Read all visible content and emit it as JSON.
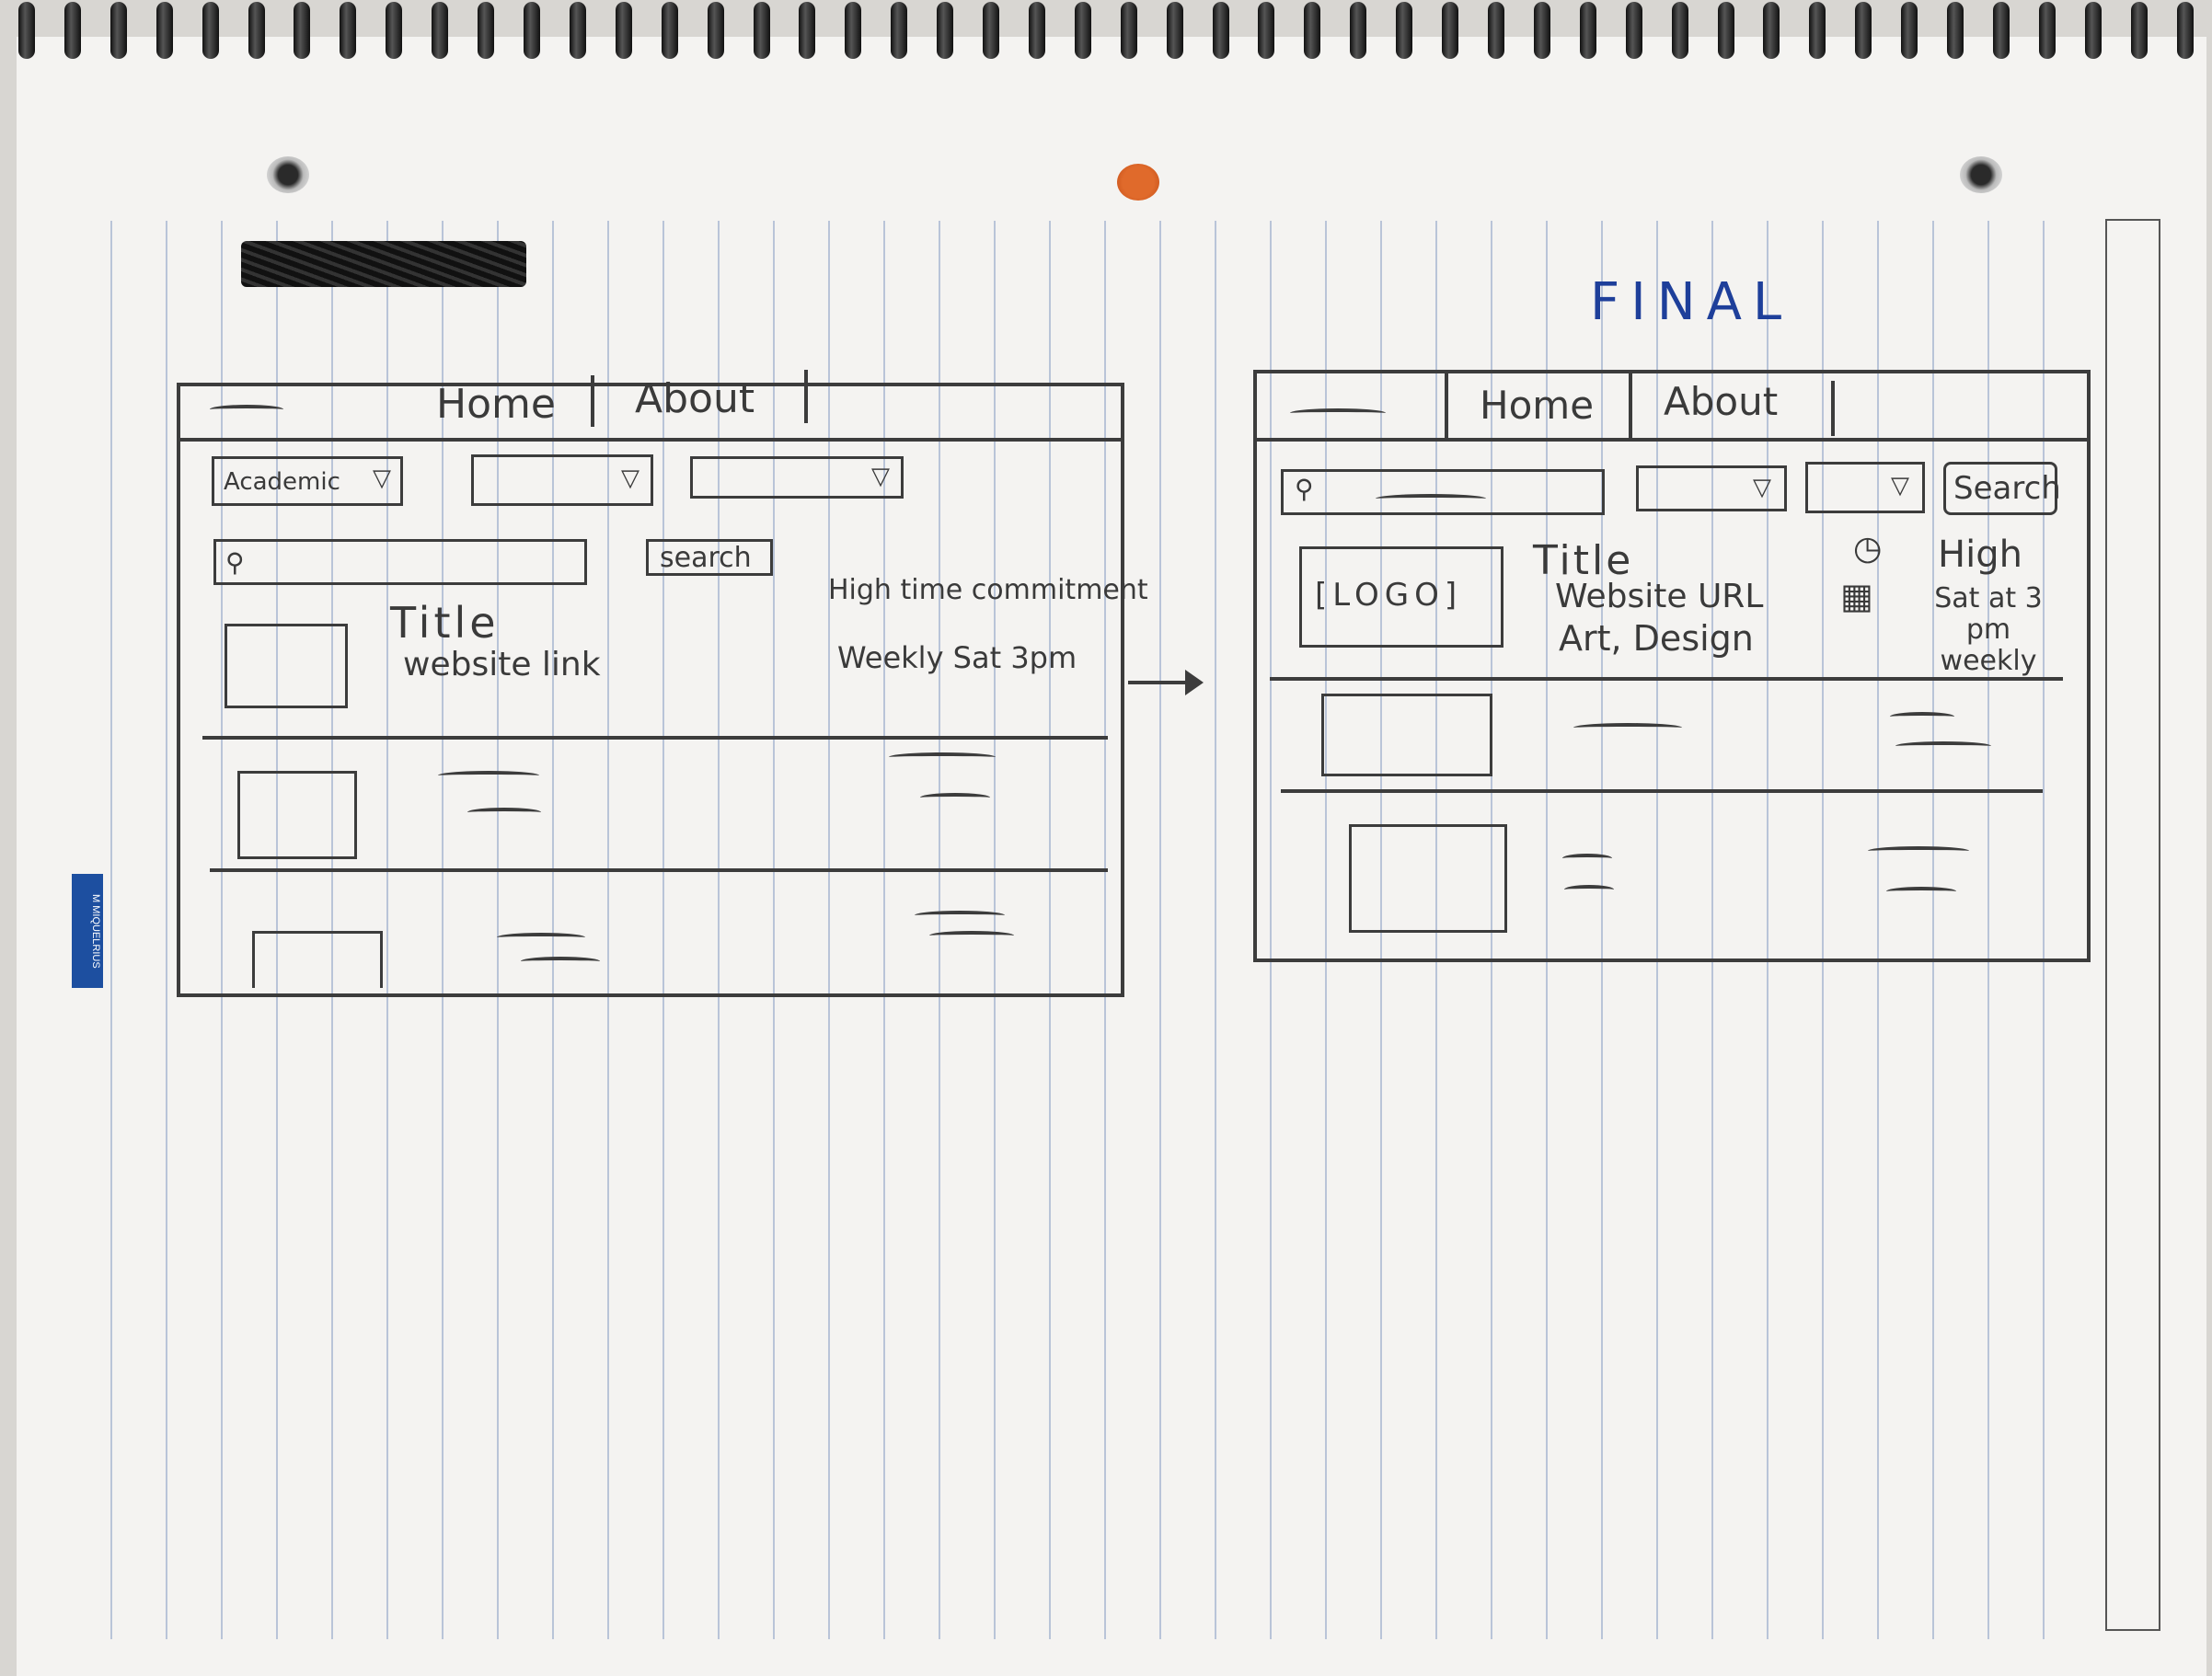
{
  "sketch_left": {
    "nav": {
      "logo": "~",
      "home": "Home",
      "about": "About"
    },
    "filters": {
      "dropdown1": "Academic"
    },
    "search": {
      "button": "search"
    },
    "listing": {
      "title": "Title",
      "link": "website link",
      "commitment": "High time commitment",
      "schedule": "Weekly Sat 3pm"
    }
  },
  "sketch_right": {
    "heading": "FINAL",
    "nav": {
      "logo": "~",
      "home": "Home",
      "about": "About"
    },
    "search": {
      "button": "Search"
    },
    "listing": {
      "logo": "[LOGO]",
      "title": "Title",
      "url": "Website URL",
      "tags": "Art, Design",
      "commitment": "High",
      "schedule": "Sat at 3 pm weekly"
    }
  },
  "brand_tag": "M MIQUELRIUS",
  "icons": [
    "search-icon",
    "chevron-down-icon",
    "clock-icon",
    "calendar-icon",
    "arrow-right-icon"
  ]
}
